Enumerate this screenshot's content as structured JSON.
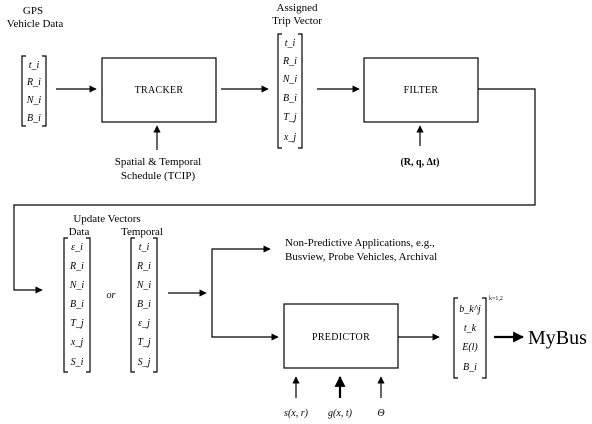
{
  "inputs": {
    "gps": [
      "GPS",
      "Vehicle Data"
    ],
    "trip_vector": [
      "Assigned",
      "Trip Vector"
    ],
    "schedule": [
      "Spatial & Temporal",
      "Schedule (TCIP)"
    ],
    "filter_params": "(R, q, Δt)",
    "update_vectors_title": "Update Vectors",
    "data_label": "Data",
    "temporal_label": "Temporal",
    "or_label": "or",
    "nonpred": [
      "Non-Predictive Applications, e.g.,",
      "Busview, Probe Vehicles, Archival"
    ],
    "s_func": "s(x, r)",
    "g_func": "g(x, t)",
    "theta": "Θ"
  },
  "boxes": {
    "tracker": "TRACKER",
    "filter": "FILTER",
    "predictor": "PREDICTOR"
  },
  "vectors": {
    "gps_vec": [
      "t_i",
      "R_i",
      "N_i",
      "B_i"
    ],
    "trip_vec": [
      "t_i",
      "R_i",
      "N_i",
      "B_i",
      "T_j",
      "x_j"
    ],
    "data_vec": [
      "ε_i",
      "R_i",
      "N_i",
      "B_i",
      "T_j",
      "x_j",
      "S_i"
    ],
    "temporal_vec": [
      "t_i",
      "R_i",
      "N_i",
      "B_i",
      "ε_j",
      "T_j",
      "S_j"
    ],
    "output_vec": [
      "b_k^j",
      "t_k",
      "E(l)",
      "B_i"
    ],
    "output_sup": "k=1,2"
  },
  "output": {
    "brand": "MyBus"
  }
}
